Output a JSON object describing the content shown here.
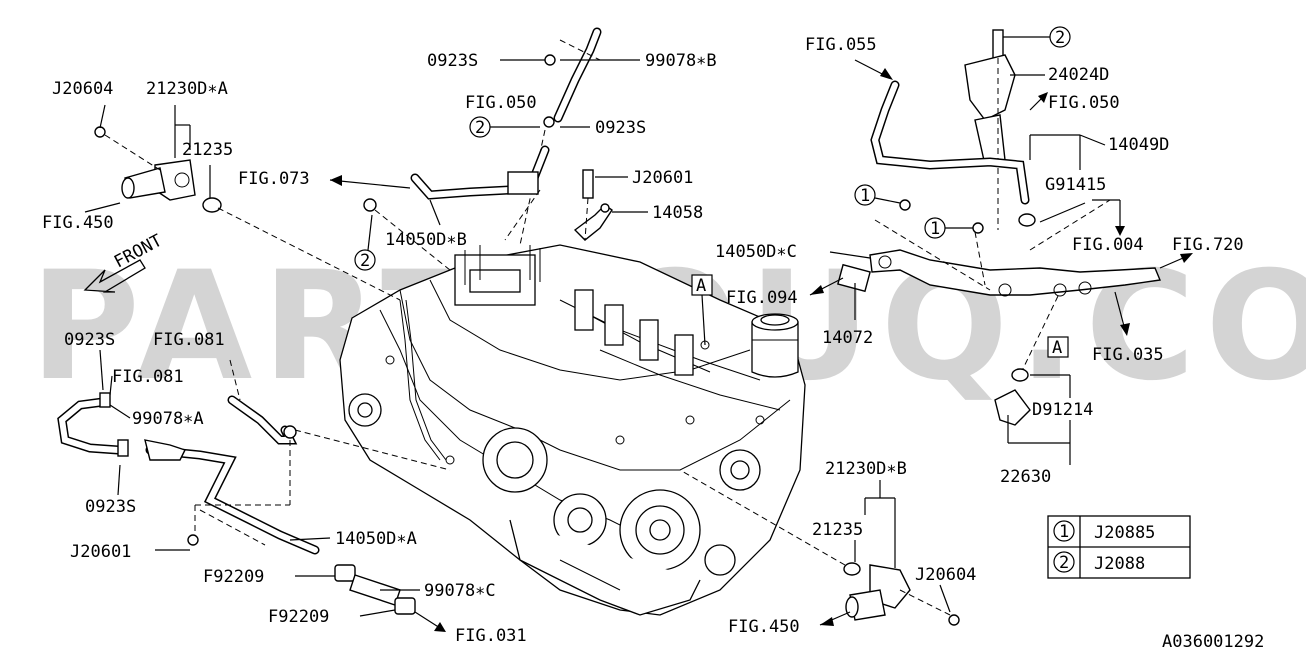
{
  "watermark": "PARTSOUQ.COM",
  "front_label": "FRONT",
  "diagram_id": "A036001292",
  "labels": {
    "j20604_left": "J20604",
    "p21230da": "21230D∗A",
    "p21235_left": "21235",
    "fig450_left": "FIG.450",
    "fig073": "FIG.073",
    "p0923s_top": "0923S",
    "p99078b": "99078∗B",
    "fig050_top": "FIG.050",
    "p0923s_mid": "0923S",
    "j20601_top": "J20601",
    "p14058": "14058",
    "p14050db": "14050D∗B",
    "fig055": "FIG.055",
    "p24024d": "24024D",
    "fig050_right": "FIG.050",
    "p14049d": "14049D",
    "g91415": "G91415",
    "fig004": "FIG.004",
    "fig720": "FIG.720",
    "p14050dc": "14050D∗C",
    "fig094": "FIG.094",
    "p14072": "14072",
    "fig035": "FIG.035",
    "ref_a_top": "A",
    "ref_a_right": "A",
    "d91214": "D91214",
    "p22630": "22630",
    "p0923s_left": "0923S",
    "fig081_a": "FIG.081",
    "fig081_b": "FIG.081",
    "p99078a": "99078∗A",
    "p0923s_left2": "0923S",
    "j20601_left": "J20601",
    "p14050da": "14050D∗A",
    "f92209_a": "F92209",
    "p99078c": "99078∗C",
    "f92209_b": "F92209",
    "fig031": "FIG.031",
    "p21230db": "21230D∗B",
    "p21235_right": "21235",
    "j20604_right": "J20604",
    "fig450_right": "FIG.450"
  },
  "legend": [
    {
      "num": "1",
      "part": "J20885"
    },
    {
      "num": "2",
      "part": "J2088"
    }
  ],
  "callouts": {
    "c2_a": "2",
    "c2_b": "2",
    "c2_c": "2",
    "c1_a": "1",
    "c1_b": "1"
  }
}
